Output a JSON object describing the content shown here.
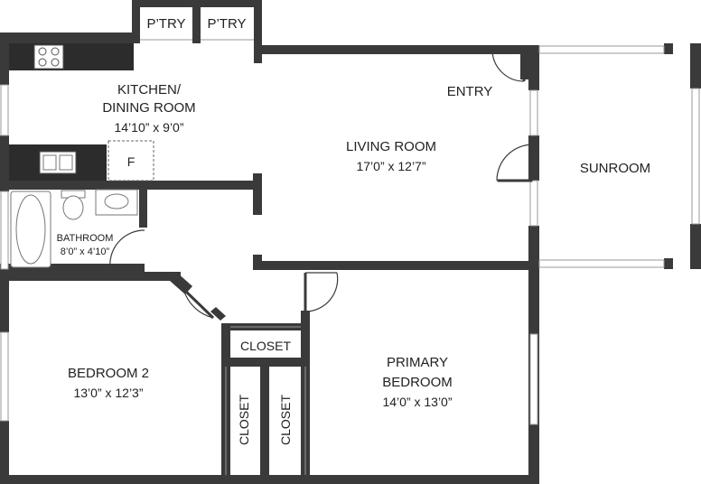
{
  "plan": {
    "wall_color": "#3a3a3a",
    "fixture_color": "#9a9a9a",
    "rooms": {
      "kitchen": {
        "name_line1": "KITCHEN/",
        "name_line2": "DINING ROOM",
        "dims": "14’10” x 9’0”"
      },
      "living": {
        "name": "LIVING ROOM",
        "dims": "17’0” x 12’7”"
      },
      "entry": {
        "name": "ENTRY"
      },
      "sunroom": {
        "name": "SUNROOM"
      },
      "bathroom": {
        "name": "BATHROOM",
        "dims": "8’0” x 4’10”"
      },
      "bedroom2": {
        "name": "BEDROOM 2",
        "dims": "13’0” x 12’3”"
      },
      "primary": {
        "name_line1": "PRIMARY",
        "name_line2": "BEDROOM",
        "dims": "14’0” x 13’0”"
      }
    },
    "pantry_left": "P’TRY",
    "pantry_right": "P’TRY",
    "closet_hall": "CLOSET",
    "closet_left": "CLOSET",
    "closet_right": "CLOSET",
    "fridge": "F"
  }
}
